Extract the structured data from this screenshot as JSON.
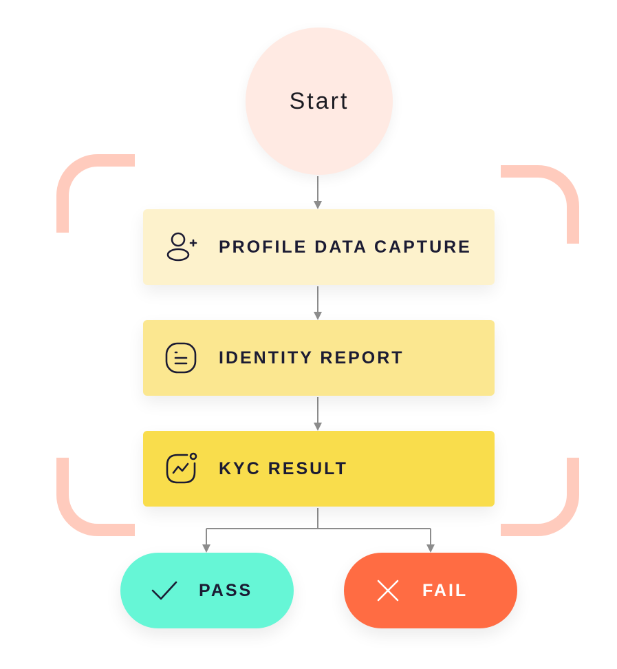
{
  "start": {
    "label": "Start"
  },
  "steps": [
    {
      "label": "PROFILE DATA CAPTURE",
      "icon": "add-user-icon",
      "color": "#fdf2cc"
    },
    {
      "label": "IDENTITY REPORT",
      "icon": "document-icon",
      "color": "#fbe790"
    },
    {
      "label": "KYC RESULT",
      "icon": "analytics-icon",
      "color": "#f9dd4c"
    }
  ],
  "outcomes": {
    "pass": {
      "label": "PASS",
      "icon": "check-icon",
      "color": "#66f6d6"
    },
    "fail": {
      "label": "FAIL",
      "icon": "close-icon",
      "color": "#ff6c43"
    }
  },
  "colors": {
    "start": "#ffeae3",
    "bracket": "#ffcbbd",
    "connector": "#8c8c8c",
    "text_dark": "#1b1b33"
  }
}
